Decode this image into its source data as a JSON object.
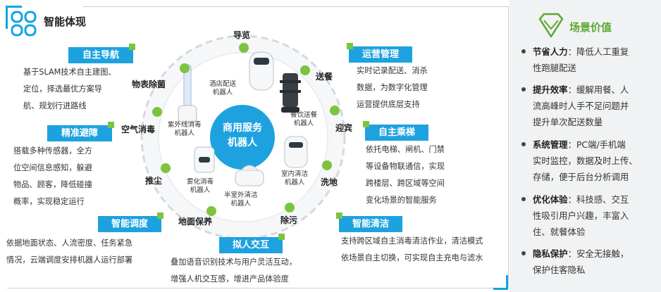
{
  "section_title": "智能体现",
  "center_label": [
    "商用服务",
    "机器人"
  ],
  "features": {
    "nav": {
      "title": "自主导航",
      "lines": [
        "基于SLAM技术自主建图、",
        "定位，择选最优方案导",
        "航、规划行进路线"
      ]
    },
    "avoid": {
      "title": "精准避障",
      "lines": [
        "搭载多种传感器，全方",
        "位空间信息感知，躲避",
        "物品、顾客，降低碰撞",
        "概率，实现稳定运行"
      ]
    },
    "dispatch": {
      "title": "智能调度",
      "lines": [
        "依据地面状态、人流密度、任务紧急",
        "情况，云端调度安排机器人运行部署"
      ]
    },
    "interact": {
      "title": "拟人交互",
      "lines": [
        "叠加语音识别技术与用户灵活互动，",
        "增强人机交互感，增进产品体验度"
      ]
    },
    "ops": {
      "title": "运营管理",
      "lines": [
        "实时记录配送、消杀",
        "数据，为数字化管理",
        "运营提供底层支持"
      ]
    },
    "elevator": {
      "title": "自主乘梯",
      "lines": [
        "依托电梯、闸机、门禁",
        "等设备物联通信，实现",
        "跨楼层、跨区域等空间",
        "变化场景的智能服务"
      ]
    },
    "clean": {
      "title": "智能清洁",
      "lines": [
        "支持跨区域自主消毒清洁作业，清洁模式",
        "依场景自主切换，可实现自主充电与滤水"
      ]
    }
  },
  "spokes": [
    "导览",
    "送餐",
    "迎宾",
    "洗地",
    "除污",
    "地面保养",
    "推尘",
    "空气消毒",
    "物表除菌"
  ],
  "robots": [
    [
      "酒店配送",
      "机器人"
    ],
    [
      "餐饮送餐",
      "机器人"
    ],
    [
      "室内清洁",
      "机器人"
    ],
    [
      "半室外清洁",
      "机器人"
    ],
    [
      "雾化消毒",
      "机器人"
    ],
    [
      "紫外线消毒",
      "机器人"
    ]
  ],
  "value_panel": {
    "title": "场景价值",
    "items": [
      {
        "label": "节省人力",
        "text": "：降低人工重复",
        "lines": [
          "性跑腿配送"
        ]
      },
      {
        "label": "提升效率",
        "text": "：缓解用餐、人",
        "lines": [
          "流高峰时人手不足问题并",
          "提升单次配送数量"
        ]
      },
      {
        "label": "系统管理",
        "text": "：PC端/手机端",
        "lines": [
          "实时监控，数据及时上传、",
          "存储，便于后台分析调用"
        ]
      },
      {
        "label": "优化体验",
        "text": "：科技感、交互",
        "lines": [
          "性吸引用户兴趣，丰富入",
          "住、就餐体验"
        ]
      },
      {
        "label": "隐私保护",
        "text": "：安全无接触，",
        "lines": [
          "保护住客隐私"
        ]
      }
    ]
  },
  "colors": {
    "accent": "#1ea2df",
    "green": "#7cc43e",
    "panel": "#f1f2f3"
  }
}
